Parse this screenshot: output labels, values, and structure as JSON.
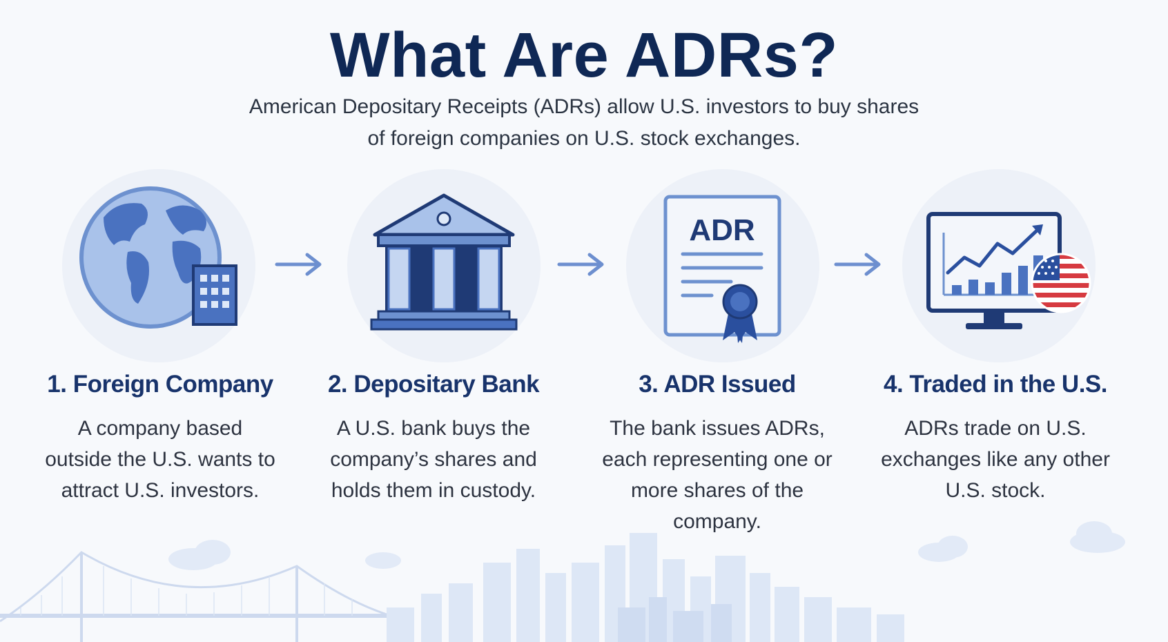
{
  "title": "What Are ADRs?",
  "subtitle": "American Depositary Receipts (ADRs) allow U.S. investors to buy shares of foreign companies on U.S. stock exchanges.",
  "steps": [
    {
      "title": "1. Foreign Company",
      "description": "A company based outside the U.S. wants to attract U.S. investors.",
      "icon": "globe-with-building-icon"
    },
    {
      "title": "2. Depositary Bank",
      "description": "A U.S. bank buys the company’s shares and holds them in custody.",
      "icon": "bank-icon"
    },
    {
      "title": "3. ADR Issued",
      "description": "The bank issues ADRs, each representing one or more shares of the company.",
      "icon": "certificate-icon",
      "icon_text": "ADR"
    },
    {
      "title": "4. Traded in the U.S.",
      "description": "ADRs trade on U.S. exchanges like any other U.S. stock.",
      "icon": "stock-monitor-icon"
    }
  ],
  "colors": {
    "title": "#0f2855",
    "step_title": "#18336b",
    "icon_blue": "#4a72c0",
    "icon_dark": "#1f3a75",
    "circle_bg": "#edf1f8",
    "flag_red": "#d63a40"
  }
}
